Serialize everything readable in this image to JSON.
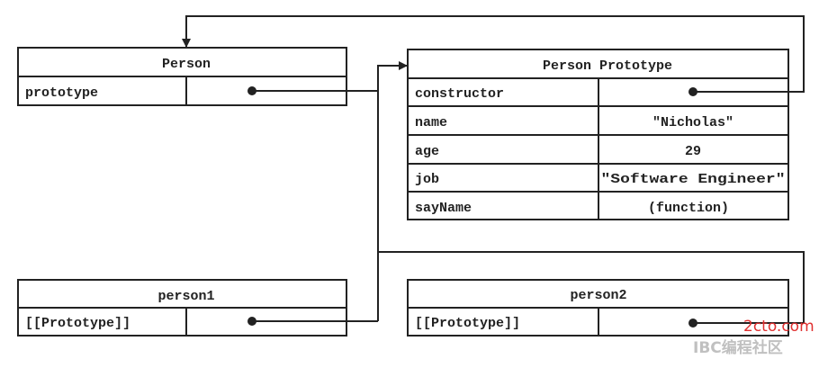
{
  "person": {
    "title": "Person",
    "rows": [
      {
        "key": "prototype",
        "value": ""
      }
    ]
  },
  "prototype_obj": {
    "title": "Person Prototype",
    "rows": [
      {
        "key": "constructor",
        "value": ""
      },
      {
        "key": "name",
        "value": "\"Nicholas\""
      },
      {
        "key": "age",
        "value": "29"
      },
      {
        "key": "job",
        "value": "\"Software Engineer\""
      },
      {
        "key": "sayName",
        "value": "(function)"
      }
    ]
  },
  "person1": {
    "title": "person1",
    "rows": [
      {
        "key": "[[Prototype]]",
        "value": ""
      }
    ]
  },
  "person2": {
    "title": "person2",
    "rows": [
      {
        "key": "[[Prototype]]",
        "value": ""
      }
    ]
  },
  "watermark": {
    "logo": "2cto.com",
    "site": "IBC编程社区"
  }
}
